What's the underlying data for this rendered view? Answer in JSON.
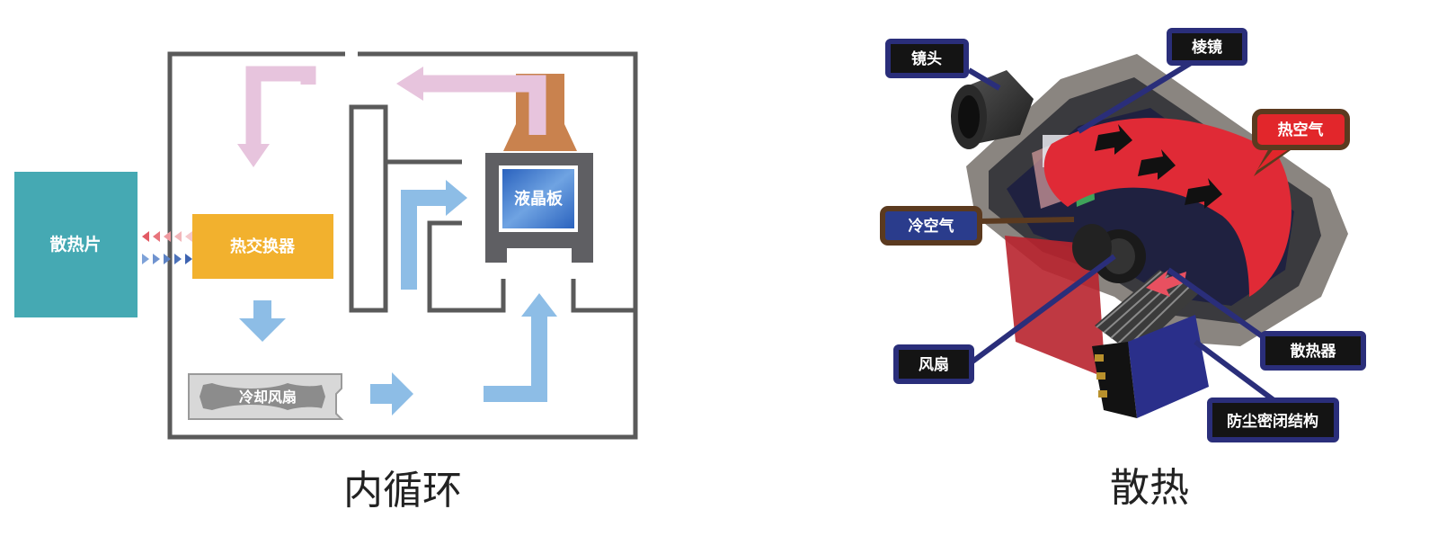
{
  "left": {
    "caption": "内循环",
    "heatsink": "散热片",
    "exchanger": "热交换器",
    "lcd": "液晶板",
    "fan": "冷却风扇"
  },
  "right": {
    "caption": "散热",
    "labels": {
      "lens": "镜头",
      "prism": "棱镜",
      "hot_air": "热空气",
      "cold_air": "冷空气",
      "radiator": "散热器",
      "fan": "风扇",
      "dust_seal": "防尘密闭结构"
    }
  },
  "colors": {
    "heatsink": "#45a9b3",
    "exchanger": "#f2b12e",
    "lcd_blue": "#2f6fc6",
    "pink_arrow": "#e7c4dd",
    "blue_arrow": "#8dbde6",
    "copper": "#c9824e",
    "label_bg": "#141414",
    "label_border": "#2a2e7a",
    "hot_air_bg": "#e2262b",
    "hot_air_border": "#5b3a1f",
    "cold_air_bg": "#2a3c8c",
    "cold_air_border": "#5b3a1f",
    "red_band": "#e02a36"
  }
}
